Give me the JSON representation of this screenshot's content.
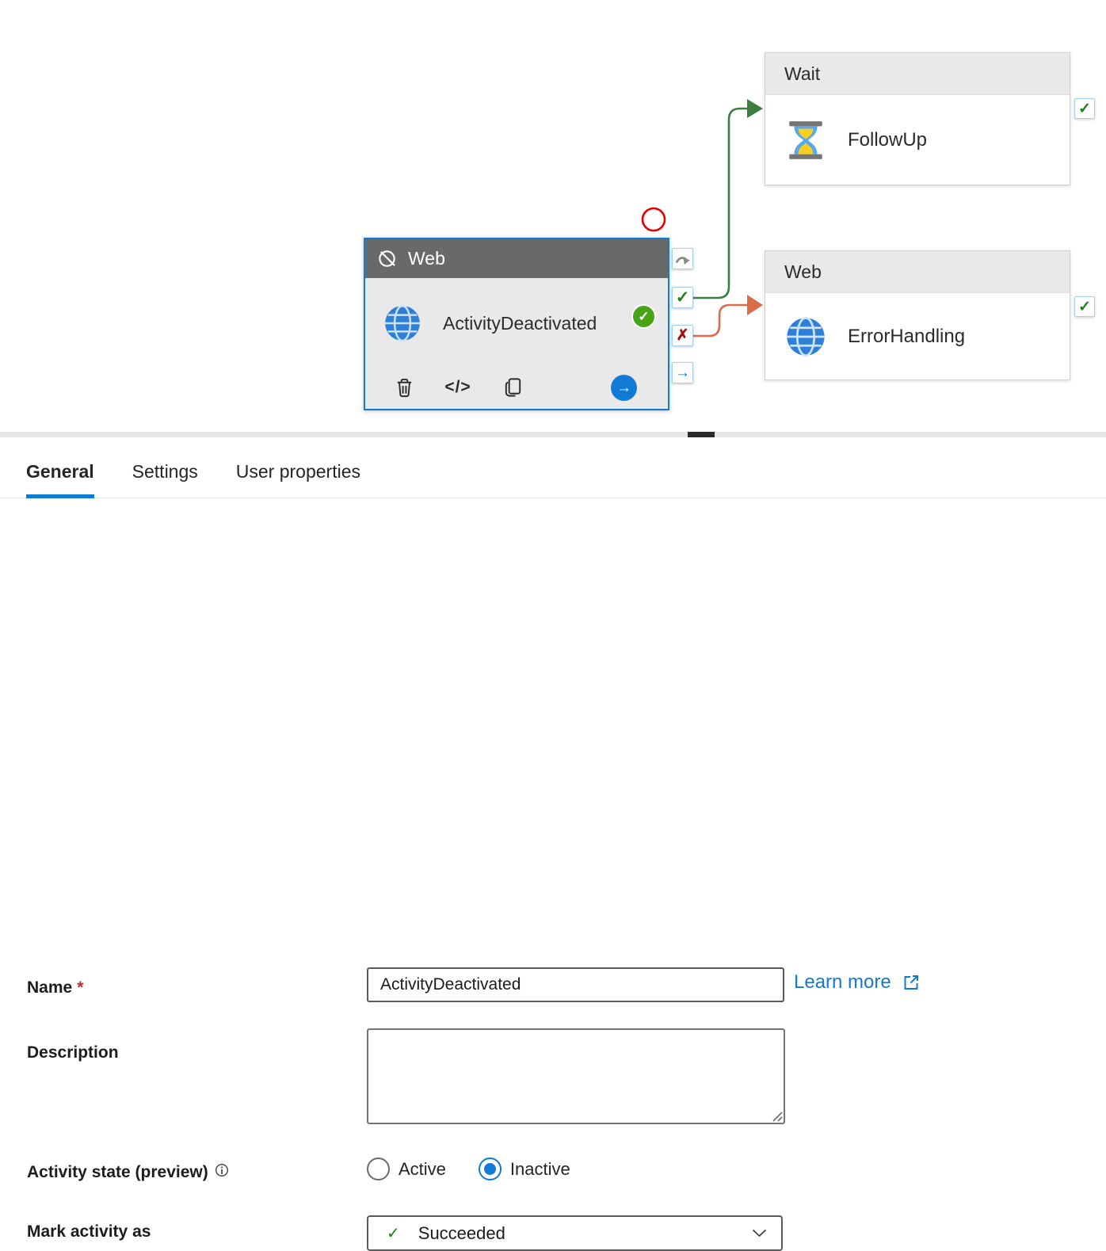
{
  "colors": {
    "accent": "#0f7bd7",
    "connector_success": "#3c7d42",
    "connector_failure": "#d96c49",
    "check_green": "#1c801c",
    "cross_red": "#9c1010",
    "badge_green": "#47a417",
    "link_blue": "#1579d0",
    "selection_red": "#e40000"
  },
  "icons": {
    "check": "✓",
    "cross": "✗",
    "arrow_right": "→",
    "code": "</>",
    "info": "i"
  },
  "canvas": {
    "main_activity": {
      "type": "Web",
      "name": "ActivityDeactivated"
    },
    "success_activity": {
      "type": "Wait",
      "name": "FollowUp"
    },
    "failure_activity": {
      "type": "Web",
      "name": "ErrorHandling"
    }
  },
  "panel": {
    "tabs": [
      {
        "label": "General",
        "active": true
      },
      {
        "label": "Settings",
        "active": false
      },
      {
        "label": "User properties",
        "active": false
      }
    ],
    "name_field": {
      "label": "Name",
      "required_marker": "*",
      "value": "ActivityDeactivated"
    },
    "learn_more_label": "Learn more",
    "description_field": {
      "label": "Description",
      "value": ""
    },
    "activity_state": {
      "label": "Activity state (preview)",
      "options": [
        {
          "label": "Active",
          "selected": false
        },
        {
          "label": "Inactive",
          "selected": true
        }
      ]
    },
    "mark_activity_as": {
      "label": "Mark activity as",
      "value": "Succeeded"
    }
  }
}
